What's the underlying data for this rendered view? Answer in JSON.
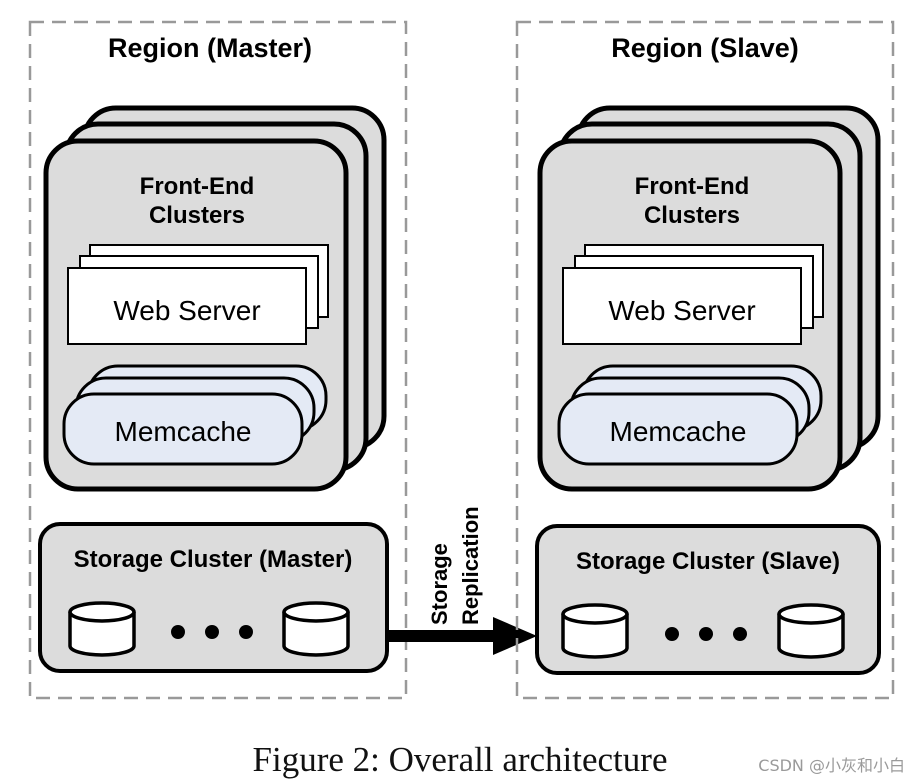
{
  "regions": [
    {
      "title": "Region (Master)",
      "frontend_label_line1": "Front-End",
      "frontend_label_line2": "Clusters",
      "webserver_label": "Web Server",
      "memcache_label": "Memcache",
      "storage_label": "Storage Cluster (Master)"
    },
    {
      "title": "Region (Slave)",
      "frontend_label_line1": "Front-End",
      "frontend_label_line2": "Clusters",
      "webserver_label": "Web Server",
      "memcache_label": "Memcache",
      "storage_label": "Storage Cluster (Slave)"
    }
  ],
  "replication_label_line1": "Storage",
  "replication_label_line2": "Replication",
  "caption": "Figure 2: Overall architecture",
  "watermark": "CSDN @小灰和小白",
  "colors": {
    "cluster_fill": "#dcdcdc",
    "memcache_fill": "#e4eaf5",
    "stroke": "#000000",
    "dashed_border": "#999999"
  }
}
